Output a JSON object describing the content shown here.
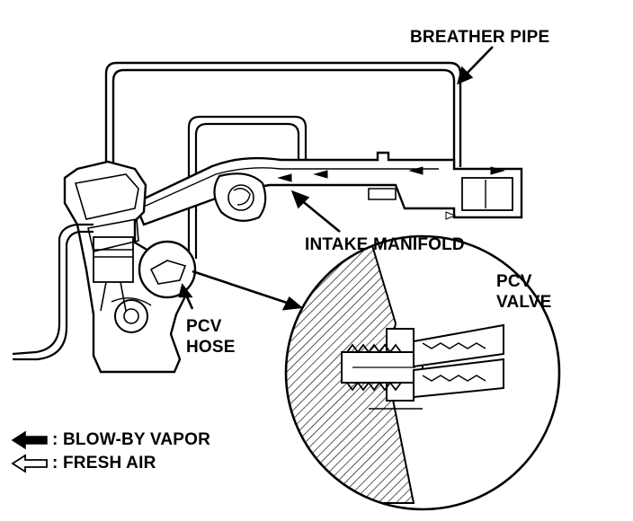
{
  "labels": {
    "breather_pipe": "BREATHER PIPE",
    "intake_manifold": "INTAKE MANIFOLD",
    "pcv_valve_line1": "PCV",
    "pcv_valve_line2": "VALVE",
    "pcv_hose_line1": "PCV",
    "pcv_hose_line2": "HOSE"
  },
  "legend": [
    {
      "icon": "solid-arrow-icon",
      "text": ": BLOW-BY VAPOR"
    },
    {
      "icon": "hollow-arrow-icon",
      "text": ": FRESH AIR"
    }
  ],
  "colors": {
    "ink": "#000000",
    "paper": "#ffffff"
  }
}
